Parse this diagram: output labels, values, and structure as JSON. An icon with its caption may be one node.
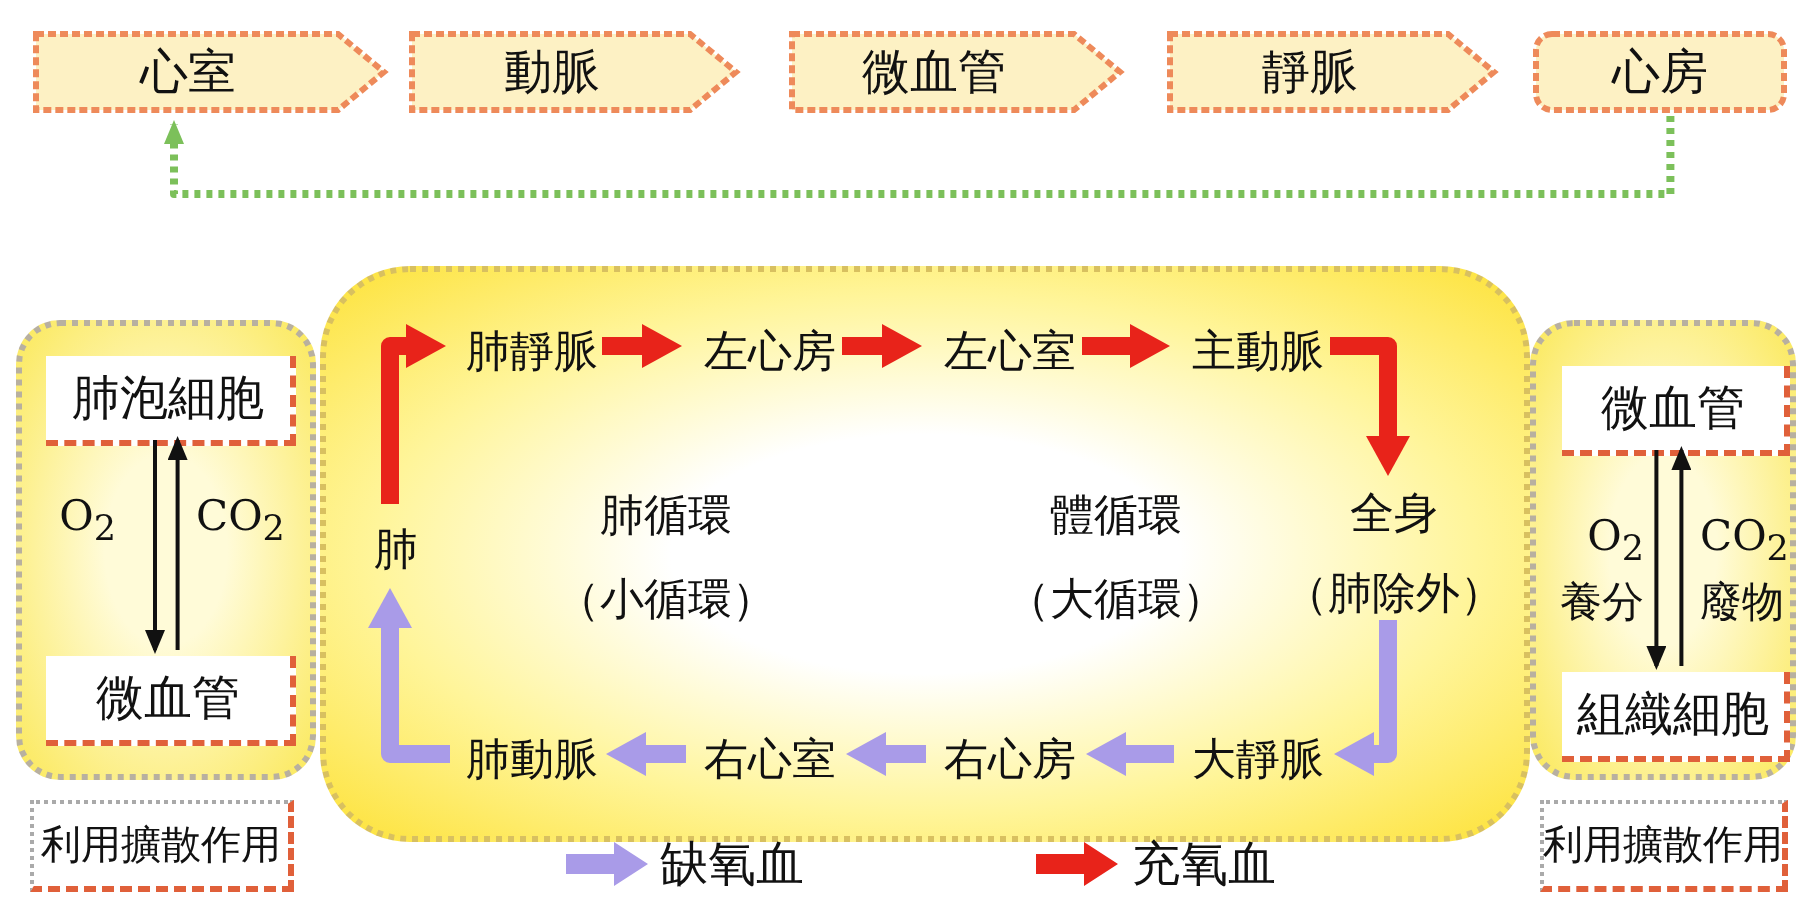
{
  "diagram": {
    "nodes": [
      {
        "text": [
          "心室"
        ]
      },
      {
        "text": [
          "動脈"
        ]
      },
      {
        "text": [
          "微血管"
        ]
      },
      {
        "text": [
          "靜脈"
        ]
      },
      {
        "text": [
          "心房"
        ]
      },
      {
        "text": [
          "肺循環",
          "（小循環）",
          "體循環",
          "（大循環）"
        ]
      },
      {
        "text": [
          "肺"
        ],
        "in": 5
      },
      {
        "text": [
          "肺靜脈"
        ],
        "in": 5
      },
      {
        "text": [
          "左心房"
        ],
        "in": 5
      },
      {
        "text": [
          "左心室"
        ],
        "in": 5
      },
      {
        "text": [
          "主動脈"
        ],
        "in": 5
      },
      {
        "text": [
          "全身",
          "（肺除外）"
        ],
        "in": 5
      },
      {
        "text": [
          "大靜脈"
        ],
        "in": 5
      },
      {
        "text": [
          "右心房"
        ],
        "in": 5
      },
      {
        "text": [
          "右心室"
        ],
        "in": 5
      },
      {
        "text": [
          "肺動脈"
        ],
        "in": 5
      },
      {
        "text": [],
        "shape": "box"
      },
      {
        "text": [
          "肺泡細胞"
        ],
        "in": 16
      },
      {
        "text": [
          "微血管"
        ],
        "in": 16
      },
      {
        "text": [
          "利用擴散作用"
        ]
      },
      {
        "text": [],
        "shape": "box"
      },
      {
        "text": [
          "微血管"
        ],
        "in": 20
      },
      {
        "text": [
          "組織細胞"
        ],
        "in": 20
      },
      {
        "text": [
          "利用擴散作用"
        ]
      }
    ],
    "edges": [
      {
        "from": 4,
        "to": 0,
        "arrow": "to",
        "style": "dashed",
        "color": "#7cc05a"
      },
      {
        "from": 6,
        "to": 7,
        "arrow": "to",
        "color": "#e8231a"
      },
      {
        "from": 7,
        "to": 8,
        "arrow": "to",
        "color": "#e8231a"
      },
      {
        "from": 8,
        "to": 9,
        "arrow": "to",
        "color": "#e8231a"
      },
      {
        "from": 9,
        "to": 10,
        "arrow": "to",
        "color": "#e8231a"
      },
      {
        "from": 10,
        "to": 11,
        "arrow": "to",
        "color": "#e8231a"
      },
      {
        "from": 11,
        "to": 12,
        "arrow": "to",
        "color": "#a99be8"
      },
      {
        "from": 12,
        "to": 13,
        "arrow": "to",
        "color": "#a99be8"
      },
      {
        "from": 13,
        "to": 14,
        "arrow": "to",
        "color": "#a99be8"
      },
      {
        "from": 14,
        "to": 15,
        "arrow": "to",
        "color": "#a99be8"
      },
      {
        "from": 15,
        "to": 6,
        "arrow": "to",
        "color": "#a99be8"
      },
      {
        "from": 17,
        "to": 18,
        "arrow": "to",
        "label": "O$_{2}$",
        "color": "#111111"
      },
      {
        "from": 18,
        "to": 17,
        "arrow": "to",
        "label": "CO$_{2}$",
        "color": "#111111"
      },
      {
        "from": 21,
        "to": 22,
        "arrow": "to",
        "label": "O$_{2}$養分",
        "color": "#111111"
      },
      {
        "from": 22,
        "to": 21,
        "arrow": "to",
        "label": "CO$_{2}$廢物",
        "color": "#111111"
      }
    ],
    "legend": [
      {
        "text": "缺氧血",
        "color": "#a99be8"
      },
      {
        "text": "充氧血",
        "color": "#e8231a"
      }
    ]
  }
}
